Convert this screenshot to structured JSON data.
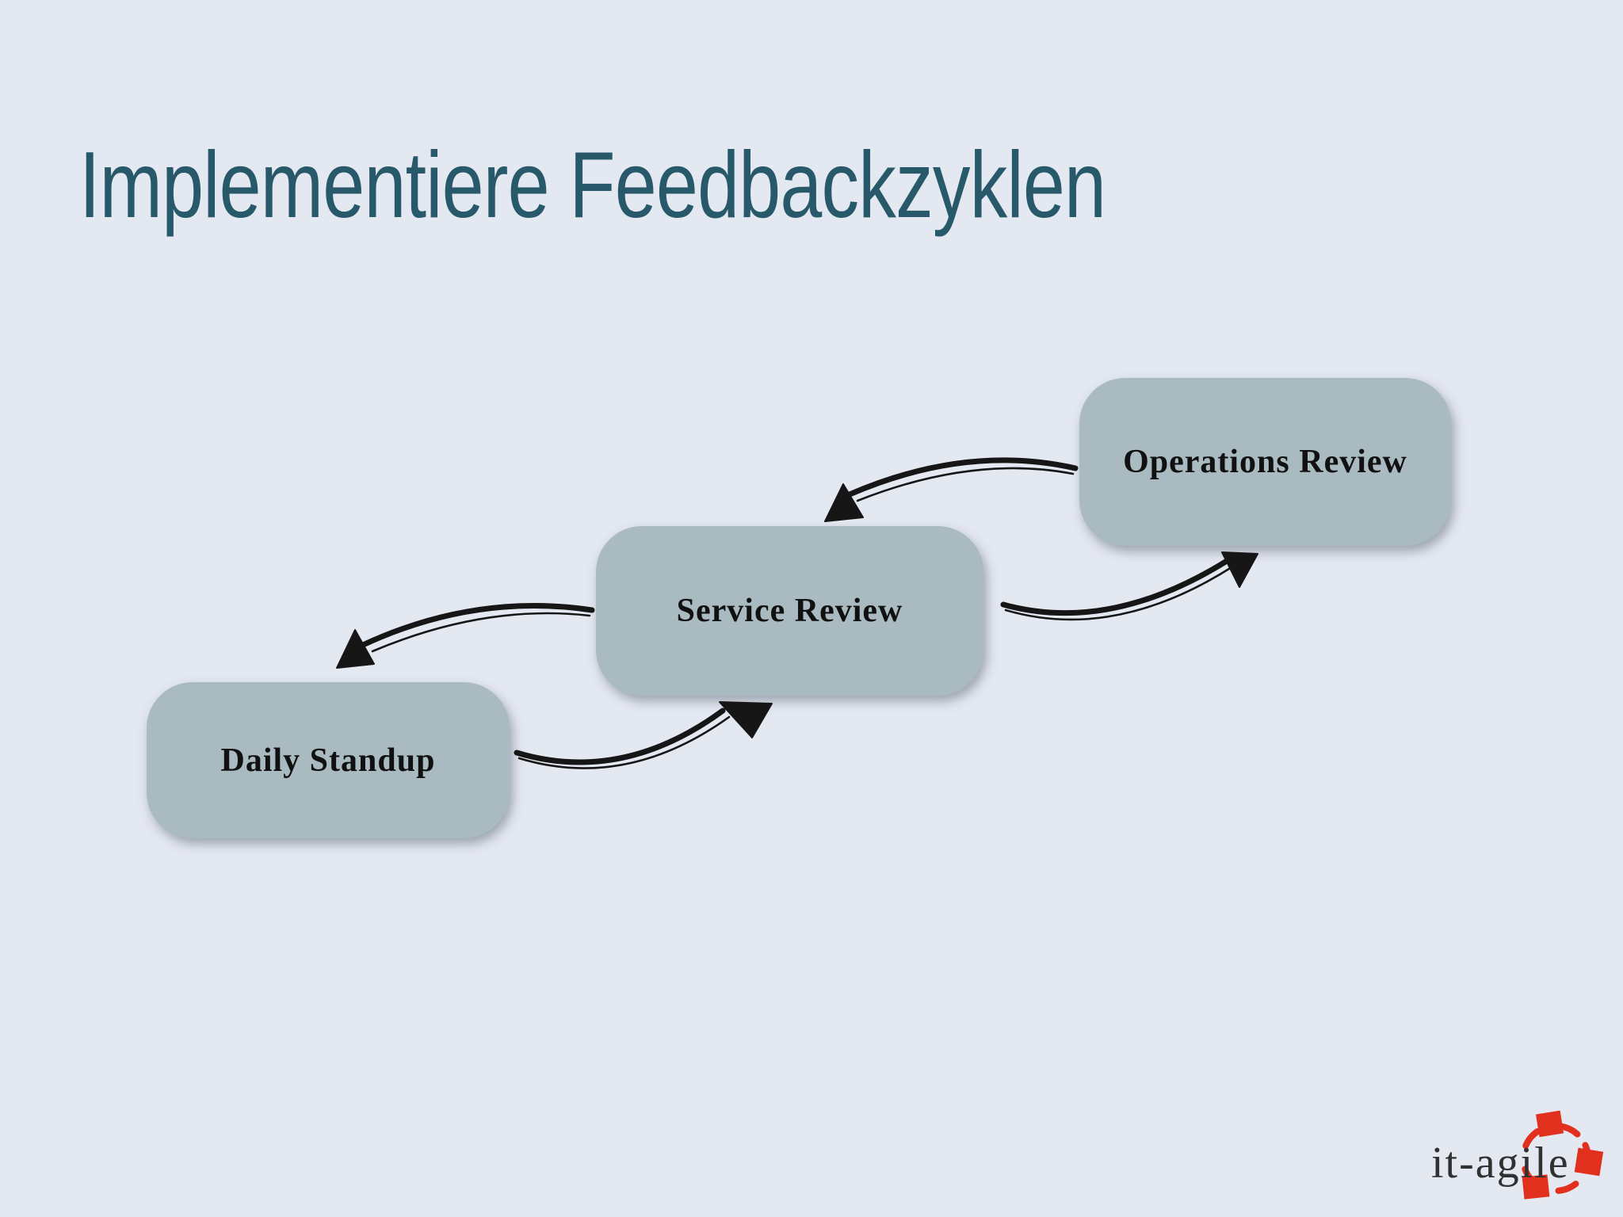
{
  "slide": {
    "title": "Implementiere Feedbackzyklen",
    "background_color": "#e4e8f1",
    "title_color": "#27596b"
  },
  "diagram": {
    "node_fill_color": "#a9bbc1",
    "node_text_color": "#111111",
    "arrow_color": "#161616",
    "nodes": [
      {
        "id": "daily-standup",
        "label": "Daily Standup"
      },
      {
        "id": "service-review",
        "label": "Service Review"
      },
      {
        "id": "operations-review",
        "label": "Operations Review"
      }
    ],
    "edges": [
      {
        "from": "service-review",
        "to": "daily-standup"
      },
      {
        "from": "daily-standup",
        "to": "service-review"
      },
      {
        "from": "operations-review",
        "to": "service-review"
      },
      {
        "from": "service-review",
        "to": "operations-review"
      }
    ]
  },
  "logo": {
    "text": "it-agile",
    "text_color": "#2e3331",
    "accent_color": "#e2301f"
  }
}
